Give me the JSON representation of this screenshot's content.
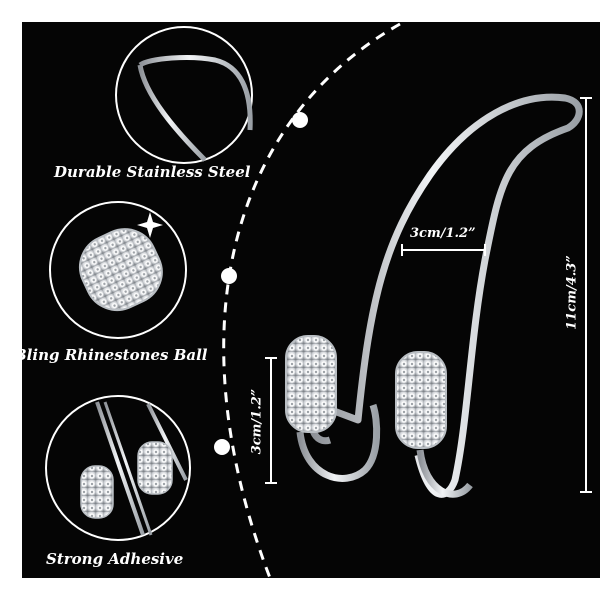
{
  "features": [
    {
      "label": "Durable Stainless Steel",
      "icon": "steel-wire-icon"
    },
    {
      "label": "Bling Rhinestones Ball",
      "icon": "rhinestone-ball-icon"
    },
    {
      "label": "Strong Adhesive",
      "icon": "adhesive-hooks-icon"
    }
  ],
  "dimensions": {
    "width_top": "3cm/1.2”",
    "height_total": "11cm/4.3”",
    "height_ball": "3cm/1.2”"
  },
  "colors": {
    "background": "#050505",
    "border": "#ffffff",
    "metal": "#d7dadd",
    "accent": "#ffffff"
  }
}
